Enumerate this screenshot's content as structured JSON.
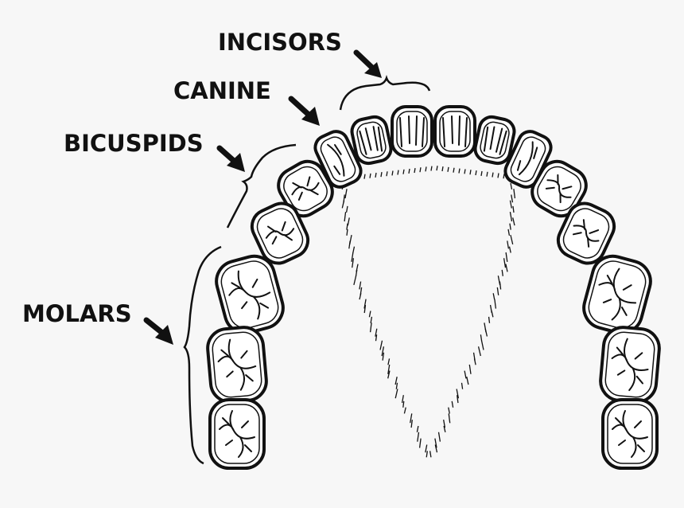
{
  "diagram": {
    "labels": {
      "incisors": "INCISORS",
      "canine": "CANINE",
      "bicuspids": "BICUSPIDS",
      "molars": "MOLARS"
    },
    "colors": {
      "background": "#f7f7f7",
      "ink": "#111111",
      "tooth_fill": "#ffffff"
    },
    "teeth": {
      "left": [
        "incisor",
        "incisor",
        "canine",
        "bicuspid",
        "bicuspid",
        "molar",
        "molar",
        "molar"
      ],
      "right": [
        "incisor",
        "incisor",
        "canine",
        "bicuspid",
        "bicuspid",
        "molar",
        "molar",
        "molar"
      ]
    }
  }
}
